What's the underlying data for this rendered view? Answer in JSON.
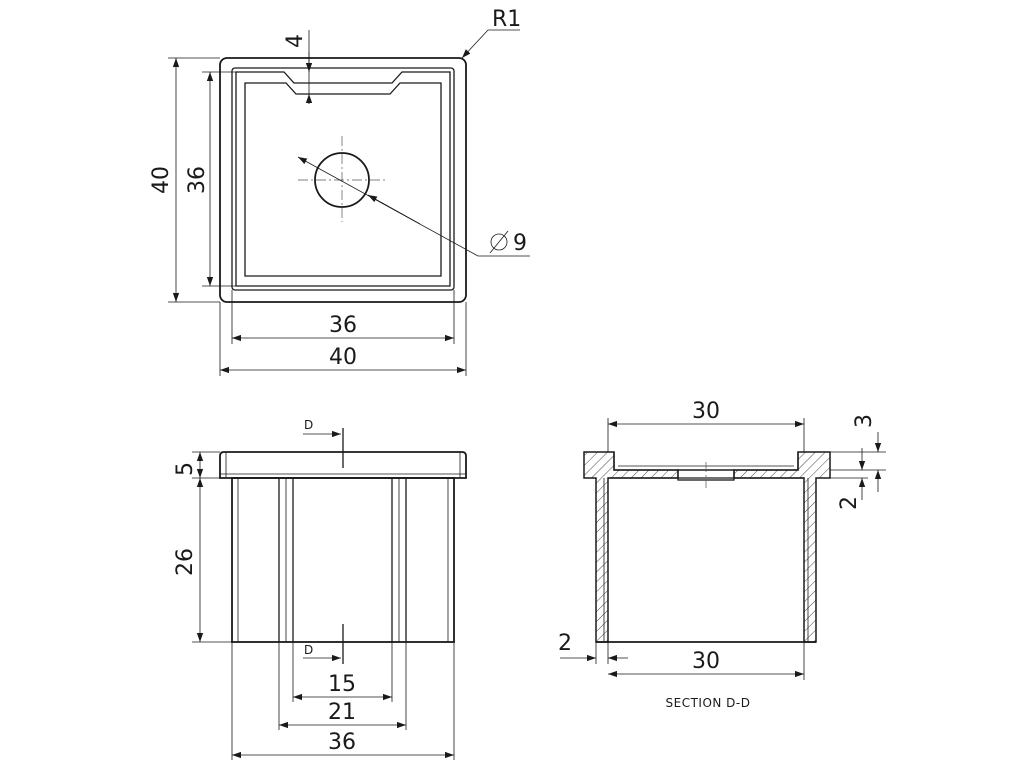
{
  "top_view": {
    "radius_label": "R1",
    "slot_depth": "4",
    "outer_height": "40",
    "inner_height": "36",
    "hole_diameter": "9",
    "inner_width": "36",
    "outer_width": "40"
  },
  "front_view": {
    "flange_height": "5",
    "body_height": "26",
    "section_marker": "D",
    "rib_inner_spacing": "15",
    "rib_outer_spacing": "21",
    "body_width": "36"
  },
  "section_view": {
    "inner_top_width": "30",
    "lip_height": "3",
    "recess_depth": "2",
    "wall_thickness": "2",
    "inner_bottom_width": "30",
    "caption": "SECTION D-D"
  }
}
